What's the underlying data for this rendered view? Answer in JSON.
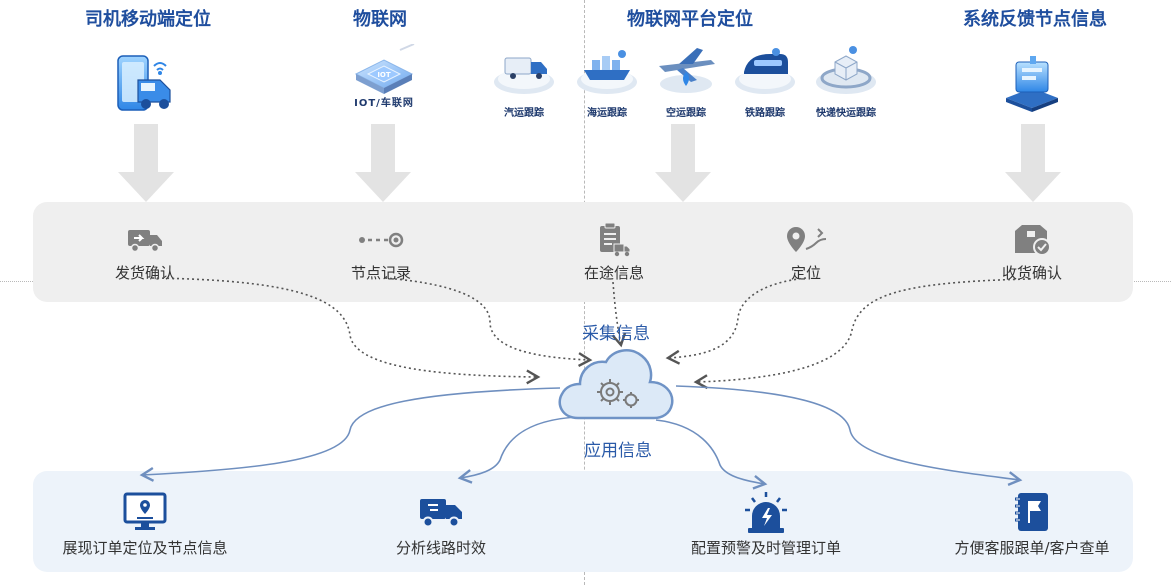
{
  "sources": {
    "driver_title": "司机移动端定位",
    "iot_title": "物联网",
    "platform_title": "物联网平台定位",
    "feedback_title": "系统反馈节点信息",
    "iot_caption": "IOT/车联网",
    "platform_items": [
      {
        "label": "汽运跟踪",
        "icon": "truck-icon"
      },
      {
        "label": "海运跟踪",
        "icon": "ship-icon"
      },
      {
        "label": "空运跟踪",
        "icon": "airplane-icon"
      },
      {
        "label": "铁路跟踪",
        "icon": "train-icon"
      },
      {
        "label": "快递快运跟踪",
        "icon": "parcel-icon"
      }
    ]
  },
  "collection_steps": [
    {
      "label": "发货确认",
      "icon": "delivery-truck-icon"
    },
    {
      "label": "节点记录",
      "icon": "node-track-icon"
    },
    {
      "label": "在途信息",
      "icon": "transit-clipboard-icon"
    },
    {
      "label": "定位",
      "icon": "location-pin-icon"
    },
    {
      "label": "收货确认",
      "icon": "received-box-icon"
    }
  ],
  "cloud": {
    "collect_label": "采集信息",
    "apply_label": "应用信息",
    "icon": "cloud-gears-icon"
  },
  "applications": [
    {
      "label": "展现订单定位及节点信息",
      "icon": "monitor-map-icon"
    },
    {
      "label": "分析线路时效",
      "icon": "fast-truck-icon"
    },
    {
      "label": "配置预警及时管理订单",
      "icon": "alarm-light-icon"
    },
    {
      "label": "方便客服跟单/客户查单",
      "icon": "notebook-flag-icon"
    }
  ],
  "colors": {
    "title_blue": "#1f4e9e",
    "app_icon_blue": "#1c4f9c",
    "step_icon_gray": "#808080",
    "arrow_gray": "#e3e3e3",
    "cloud_stroke": "#6f93c6"
  }
}
